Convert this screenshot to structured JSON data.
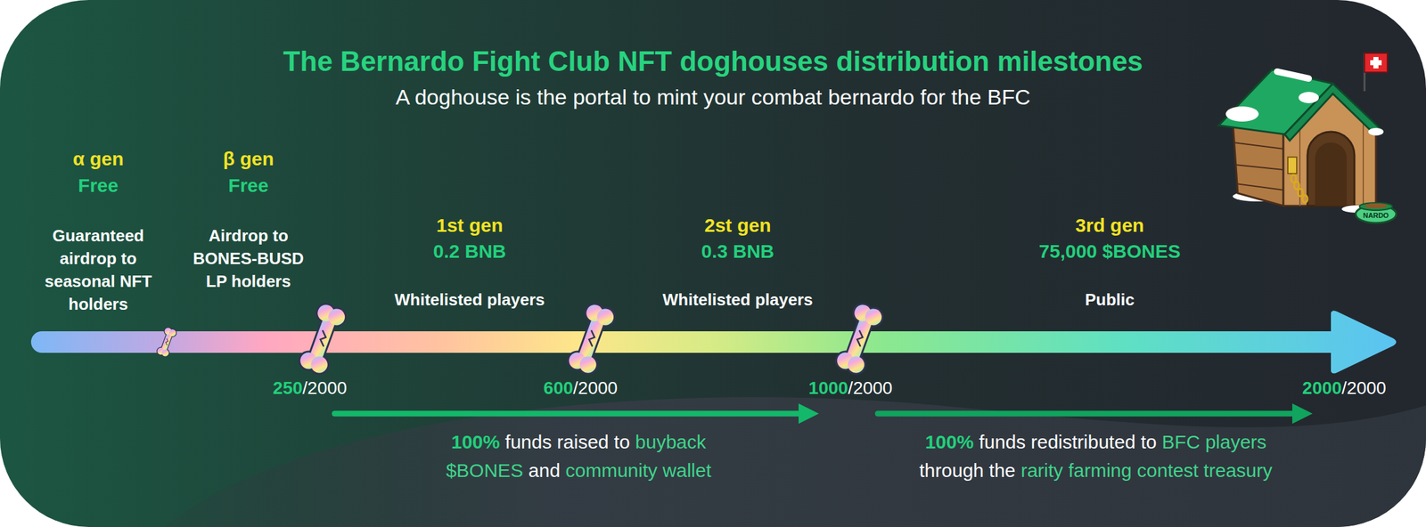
{
  "diagram": {
    "title": "The Bernardo Fight Club NFT doghouses distribution milestones",
    "labels": [
      "A doghouse is the portal to mint your combat bernardo for the BFC",
      "α gen",
      "Free",
      "Guaranteed airdrop to seasonal NFT holders",
      "β gen",
      "Free",
      "Airdrop to BONES-BUSD LP holders",
      "1st gen",
      "0.2 BNB",
      "Whitelisted players",
      "2st gen",
      "0.3 BNB",
      "Whitelisted players",
      "3rd gen",
      "75,000 $BONES",
      "Public",
      "250",
      "/2000",
      "600",
      "/2000",
      "1000",
      "/2000",
      "2000",
      "/2000",
      "100%",
      "funds raised to",
      "buyback $BONES",
      "and",
      "community wallet",
      "100%",
      "funds redistributed to",
      "BFC players",
      "through the",
      "rarity farming contest treasury",
      "NARDO"
    ]
  }
}
